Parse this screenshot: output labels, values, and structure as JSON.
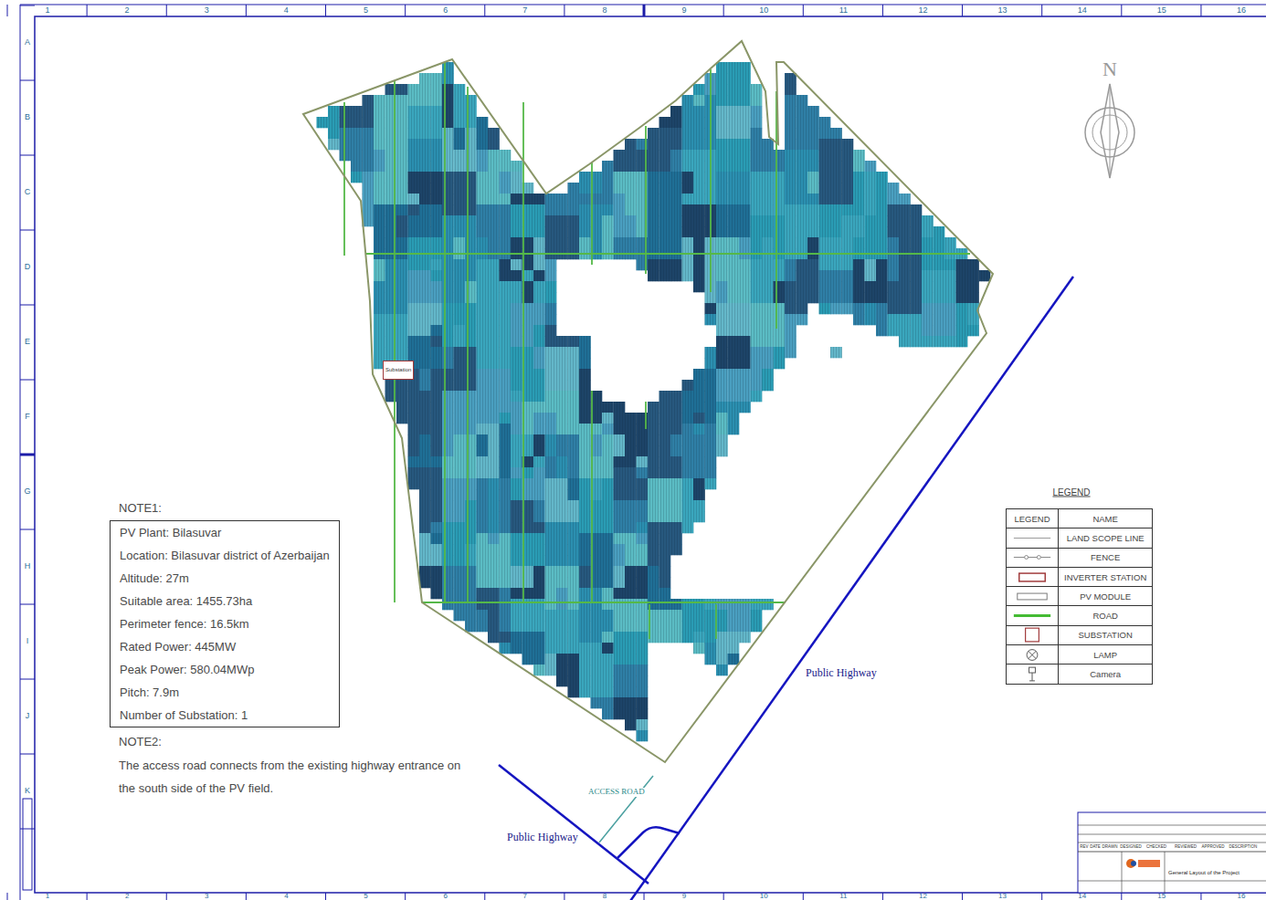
{
  "diagram": {
    "nodes": [
      {
        "text": [
          "NOTE1:",
          "PV Plant: Bilasuvar",
          "Location: Bilasuvar district of Azerbaijan",
          "Altitude: 27m",
          "Suitable area: 1455.73ha",
          "Perimeter fence: 16.5km",
          "Rated Power: 445MW",
          "Peak Power: 580.04MWp",
          "Pitch: 7.9m",
          "Number of Substation: 1"
        ]
      },
      {
        "text": [
          "Substation"
        ]
      }
    ],
    "labels": [
      "1",
      "2",
      "3",
      "4",
      "5",
      "6",
      "7",
      "8",
      "9",
      "10",
      "11",
      "12",
      "13",
      "14",
      "15",
      "16",
      "1",
      "2",
      "3",
      "4",
      "5",
      "6",
      "7",
      "8",
      "9",
      "10",
      "11",
      "12",
      "13",
      "14",
      "15",
      "16",
      "A",
      "B",
      "C",
      "D",
      "E",
      "F",
      "G",
      "H",
      "I",
      "J",
      "K",
      "N",
      "NOTE2:",
      "The access road connects from the existing highway entrance on the south side of the PV field.",
      "Public Highway",
      "Public Highway",
      "ACCESS ROAD",
      "LEGEND",
      "LEGEND",
      "NAME",
      "REV",
      "DATE",
      "DRAWN",
      "DESIGNED",
      "CHECKED",
      "REVIEWED",
      "APPROVED",
      "DESCRIPTION",
      "General Layout of the Project"
    ],
    "legend": [
      {
        "text": "LAND SCOPE LINE"
      },
      {
        "text": "FENCE"
      },
      {
        "text": "INVERTER STATION"
      },
      {
        "text": "PV MODULE"
      },
      {
        "text": "ROAD"
      },
      {
        "text": "SUBSTATION"
      },
      {
        "text": "LAMP"
      },
      {
        "text": "Camera"
      }
    ]
  }
}
